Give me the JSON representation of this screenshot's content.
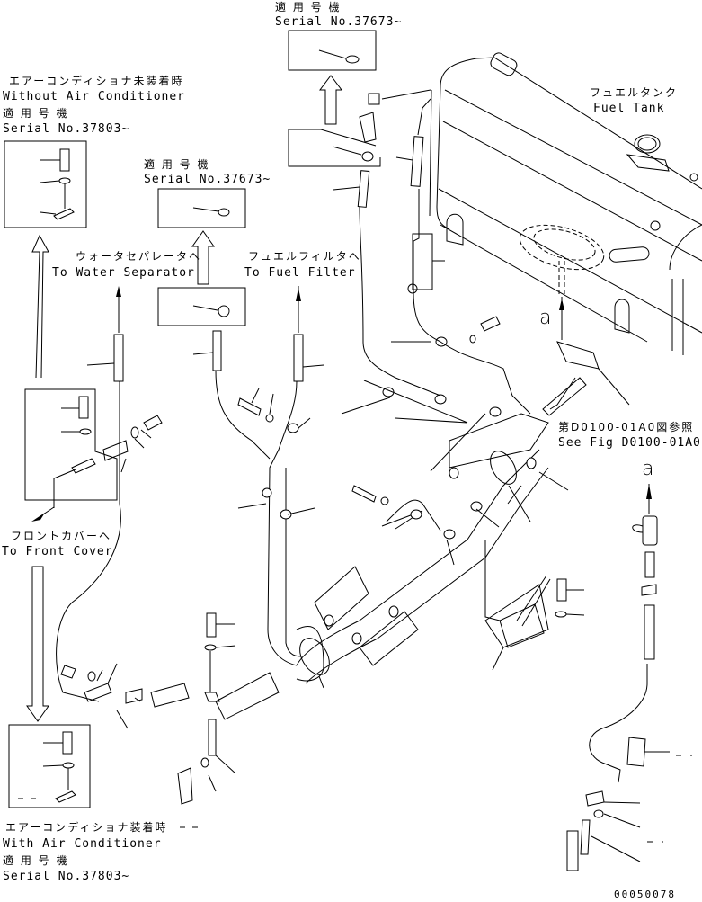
{
  "drawing": {
    "title": "Fuel Tank Piping Parts Diagram",
    "figure_number": "00050078"
  },
  "labels": {
    "top_serial": {
      "jp": "適 用 号 機",
      "en": "Serial No.37673~"
    },
    "without_ac": {
      "jp": "エアーコンディショナ未装着時",
      "en": "Without Air Conditioner",
      "serial_jp": "適 用 号 機",
      "serial_en": "Serial No.37803~"
    },
    "mid_serial": {
      "jp": "適 用 号 機",
      "en": "Serial No.37673~"
    },
    "water_separator": {
      "jp": "ウォータセパレータへ",
      "en": "To Water Separator"
    },
    "fuel_filter": {
      "jp": "フュエルフィルタへ",
      "en": "To Fuel Filter"
    },
    "fuel_tank": {
      "jp": "フュエルタンク",
      "en": "Fuel Tank"
    },
    "see_fig": {
      "jp": "第D0100-01A0図参照",
      "en": "See Fig D0100-01A0"
    },
    "front_cover": {
      "jp": "フロントカバーへ",
      "en": "To Front Cover"
    },
    "with_ac": {
      "jp": "エアーコンディショナ装着時",
      "en": "With Air Conditioner",
      "serial_jp": "適 用 号 機",
      "serial_en": "Serial No.37803~"
    },
    "marker_a": "a"
  },
  "icons": [
    "bolt-icon",
    "washer-icon",
    "clamp-icon",
    "hose-icon",
    "arrow-up-icon",
    "arrow-down-icon",
    "fuel-tank-icon",
    "sensor-icon",
    "bracket-icon"
  ]
}
